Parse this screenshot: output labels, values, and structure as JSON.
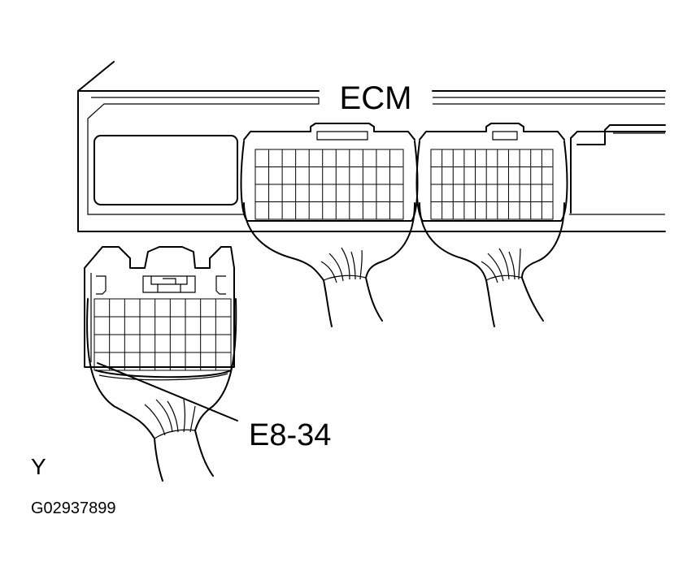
{
  "diagram": {
    "component_label": "ECM",
    "callout_label": "E8-34",
    "view_letter": "Y",
    "figure_id": "G02937899"
  }
}
